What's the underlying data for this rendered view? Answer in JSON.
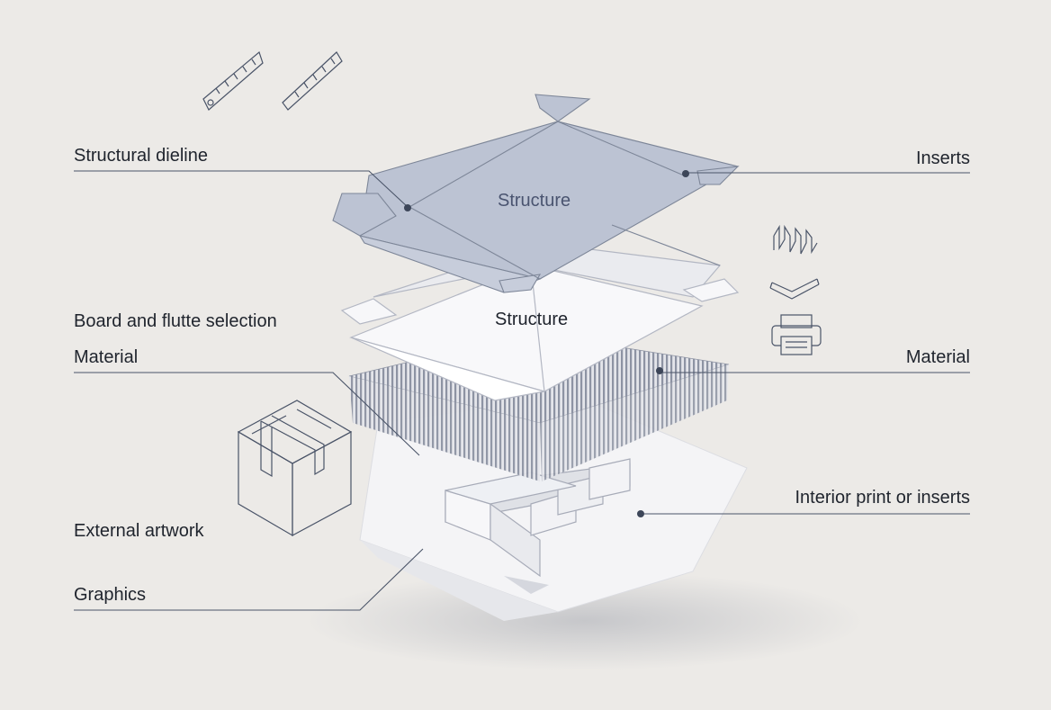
{
  "labels": {
    "structural_dieline": "Structural dieline",
    "board_flute": "Board and flutte selection",
    "material_left": "Material",
    "external_artwork": "External artwork",
    "graphics": "Graphics",
    "inserts": "Inserts",
    "material_right": "Material",
    "interior_print": "Interior print or inserts"
  },
  "layers": {
    "top": "Structure",
    "middle": "Structure"
  },
  "icons": [
    "ruler-icon",
    "ruler-icon",
    "folded-insert-icon",
    "chevron-tray-icon",
    "printer-icon",
    "box-icon"
  ],
  "colors": {
    "background": "#eceae7",
    "top_layer": "#bcc3d3",
    "leader": "#4a5468",
    "text": "#1f242d"
  }
}
